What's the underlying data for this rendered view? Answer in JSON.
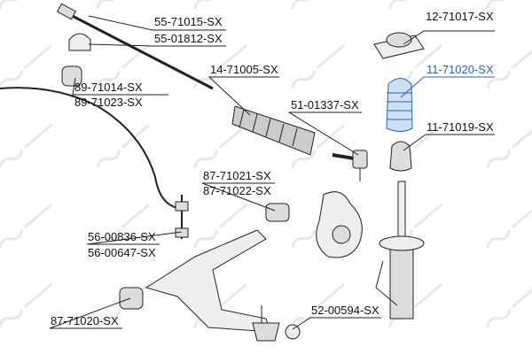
{
  "watermark": "STELLOX",
  "highlight_color": "#2a64b0",
  "labels": {
    "tie_rod_end_a": "55-71015-SX",
    "tie_rod_end_b": "55-01812-SX",
    "strut_mount": "12-71017-SX",
    "stabilizer_bush_a": "89-71014-SX",
    "stabilizer_bush_b": "89-71023-SX",
    "steering_boot": "14-71005-SX",
    "dust_boot": "11-71020-SX",
    "tie_rod_end": "51-01337-SX",
    "bump_stop": "11-71019-SX",
    "arm_bush_a": "87-71021-SX",
    "arm_bush_b": "87-71022-SX",
    "stabilizer_link_a": "56-00836-SX",
    "stabilizer_link_b": "56-00647-SX",
    "arm_bush_rear": "87-71020-SX",
    "ball_joint": "52-00594-SX"
  }
}
